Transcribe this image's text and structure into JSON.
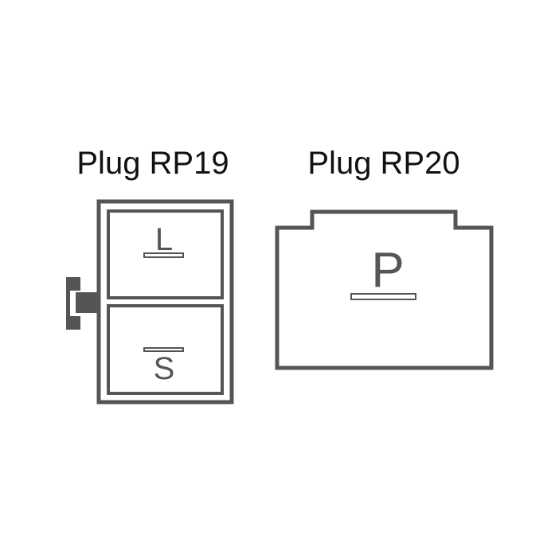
{
  "colors": {
    "outline": "#555555",
    "text": "#111111",
    "background": "#ffffff"
  },
  "plugs": [
    {
      "title": "Plug RP19",
      "pins": [
        "L",
        "S"
      ]
    },
    {
      "title": "Plug RP20",
      "pins": [
        "P"
      ]
    }
  ]
}
